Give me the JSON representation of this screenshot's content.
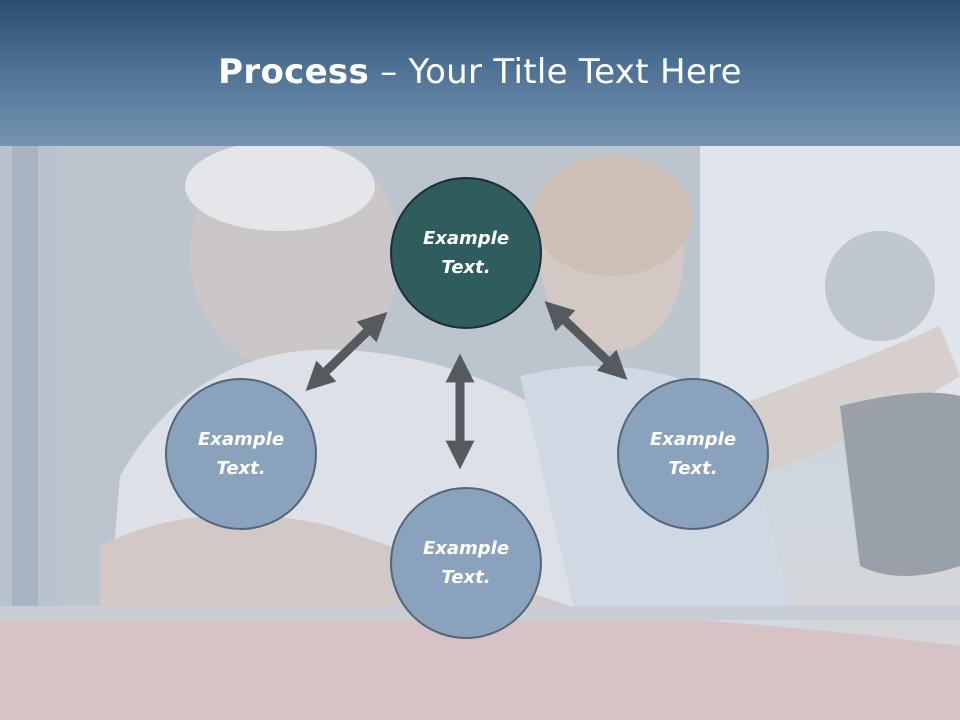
{
  "slide": {
    "title_bold": "Process",
    "title_rest": " – Your Title Text Here"
  },
  "colors": {
    "header_top": "#2d4d6e",
    "header_bottom": "#7594b2",
    "node_primary": "#2f5d5d",
    "node_secondary": "#8aa2bc",
    "arrow": "#555a5e"
  },
  "nodes": {
    "top": "Example\nText.",
    "left": "Example\nText.",
    "right": "Example\nText.",
    "bottom": "Example\nText."
  },
  "background_image": "washed-out photo of a smiling senior couple in a red car"
}
